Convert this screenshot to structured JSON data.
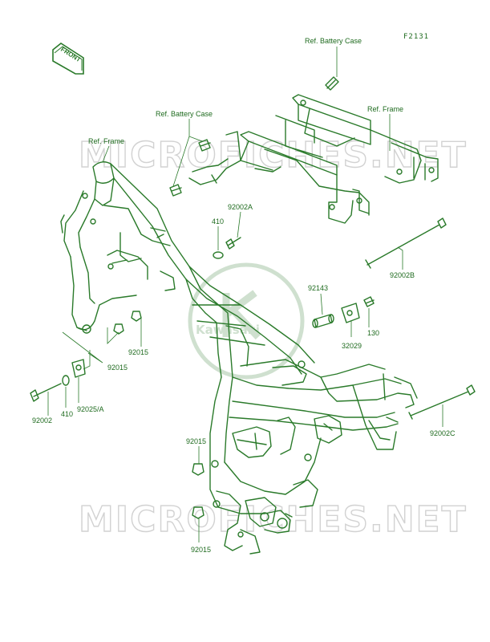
{
  "figure_code": "F2131",
  "front_marker": "FRONT",
  "watermark": "MICROFICHES.NET",
  "seal_text": "Kawasaki",
  "labels": {
    "ref_battery_case_top": "Ref. Battery Case",
    "ref_battery_case_mid": "Ref. Battery Case",
    "ref_frame_right": "Ref. Frame",
    "ref_frame_left": "Ref. Frame",
    "p410_upper": "410",
    "p92002A": "92002A",
    "p92002B": "92002B",
    "p92143": "92143",
    "p130": "130",
    "p32029": "32029",
    "p92015_a": "92015",
    "p92015_b": "92015",
    "p92025A": "92025/A",
    "p92002": "92002",
    "p410_lower": "410",
    "p92002C": "92002C",
    "p92015_c": "92015",
    "p92015_d": "92015"
  },
  "colors": {
    "line": "#2a7a2a",
    "text": "#1f6b1f",
    "watermark": "#d2d2d2"
  }
}
